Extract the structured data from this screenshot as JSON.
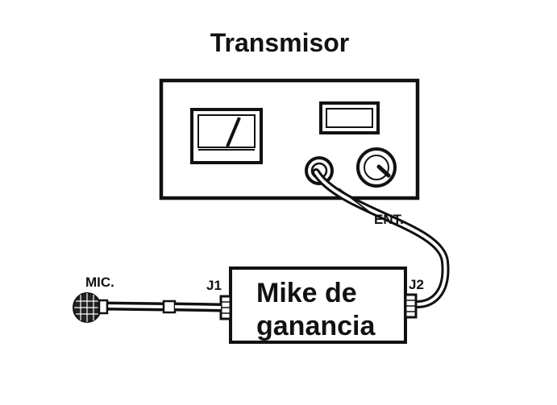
{
  "title": "Transmisor",
  "labels": {
    "ent": "ENT.",
    "mic": "MIC.",
    "j1": "J1",
    "j2": "J2"
  },
  "box": {
    "line1": "Mike de",
    "line2": "ganancia"
  },
  "colors": {
    "ink": "#111111",
    "paper": "#ffffff"
  }
}
